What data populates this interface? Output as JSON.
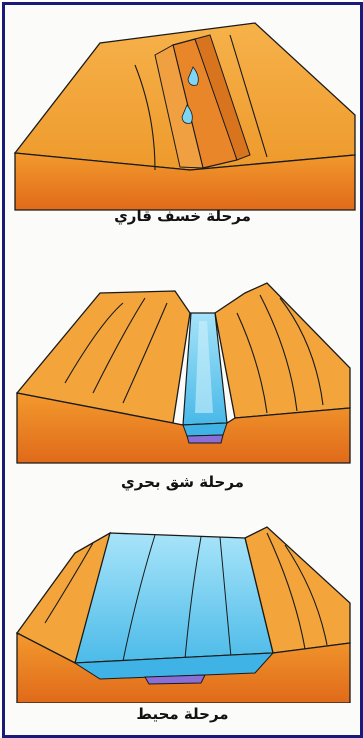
{
  "stages": [
    {
      "caption": "مرحلة خسف قاري"
    },
    {
      "caption": "مرحلة شق بحري"
    },
    {
      "caption": "مرحلة محيط"
    }
  ],
  "colors": {
    "frame": "#1a1a7a",
    "land_top": "#f2a33a",
    "land_front": "#f08a1e",
    "land_shadow": "#d8661a",
    "water": "#7fd6f4",
    "water_deep": "#3fb3e6",
    "sea_floor": "#8a6fd6"
  }
}
